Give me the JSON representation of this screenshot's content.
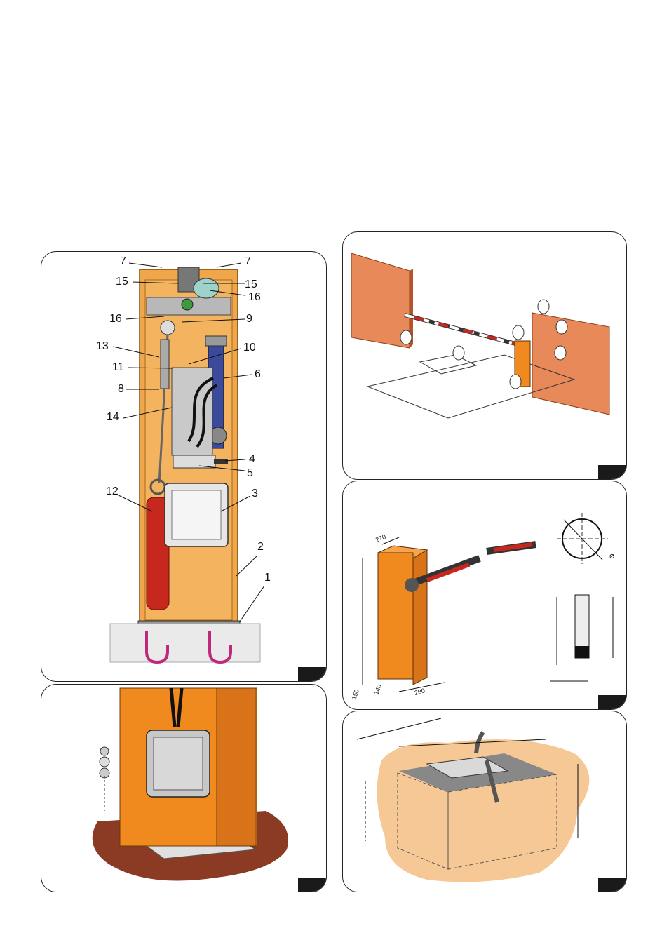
{
  "figures": {
    "cabinet": {
      "callouts": [
        "7",
        "7",
        "15",
        "15",
        "16",
        "16",
        "9",
        "13",
        "10",
        "11",
        "6",
        "8",
        "14",
        "4",
        "5",
        "12",
        "3",
        "2",
        "1"
      ]
    },
    "dimensions": {
      "depth": "270",
      "height_base_a": "150",
      "height_base_b": "140",
      "width": "280",
      "diameter_symbol": "⌀"
    }
  },
  "colors": {
    "housing_orange": "#f08a1e",
    "spring_red": "#c6281d",
    "brick": "#e8895a",
    "ground_brown": "#8b3a23",
    "sand": "#f6c896",
    "tag_black": "#1a1a1a"
  }
}
